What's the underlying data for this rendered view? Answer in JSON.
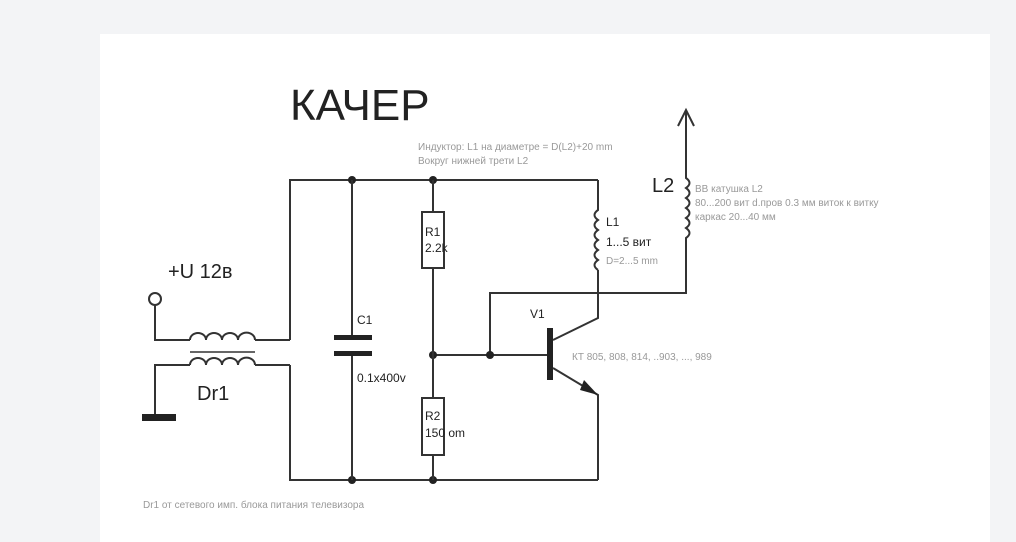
{
  "title": "КАЧЕР",
  "labels": {
    "supply": "+U 12в",
    "choke": "Dr1",
    "c1_name": "C1",
    "c1_value": "0.1x400v",
    "r1_name": "R1",
    "r1_value": "2.2k",
    "r2_name": "R2",
    "r2_value": "150 om",
    "l1_name": "L1",
    "l1_turns": "1...5 вит",
    "l1_diam": "D=2...5 mm",
    "l2_name": "L2",
    "v1_name": "V1",
    "v1_types": "КТ 805, 808, 814, ..903, ..., 989"
  },
  "notes": {
    "l1_line1": "Индуктор: L1 на диаметре = D(L2)+20 mm",
    "l1_line2": "Вокруг нижней трети L2",
    "l2_line1": "ВВ катушка L2",
    "l2_line2": "80...200 вит d.пров 0.3 мм виток к витку",
    "l2_line3": "каркас 20...40 мм",
    "dr1": "Dr1 от сетевого имп. блока питания телевизора"
  }
}
